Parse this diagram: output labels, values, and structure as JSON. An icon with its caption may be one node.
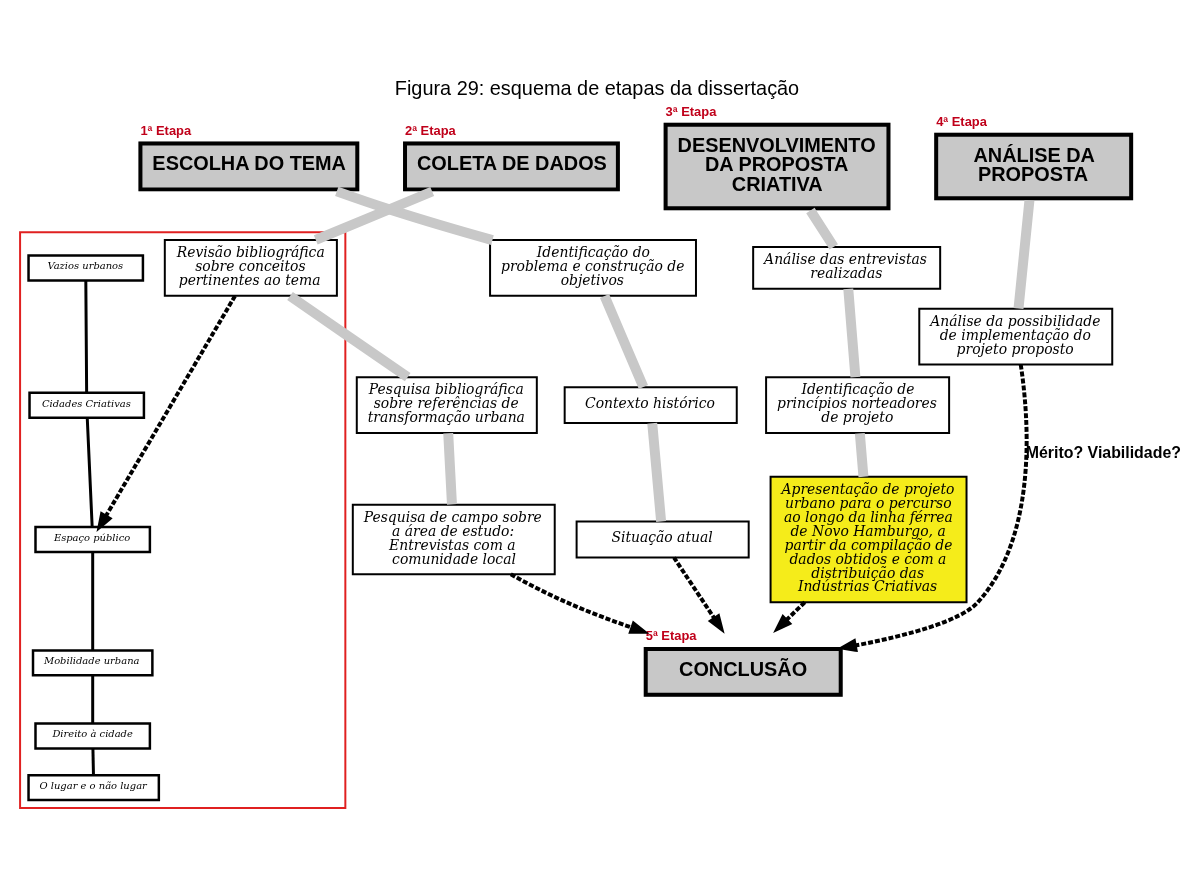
{
  "diagram": {
    "title": "Figura 29: esquema de etapas da dissertação",
    "nodes": [
      {
        "text": [
          "1ª Etapa",
          "ESCOLHA DO TEMA"
        ]
      },
      {
        "text": [
          "Identificação do problema e construção de objetivos"
        ]
      },
      {
        "text": [
          "Contexto histórico"
        ]
      },
      {
        "text": [
          "Situação atual"
        ]
      },
      {
        "text": [
          "2ª Etapa",
          "COLETA DE DADOS"
        ]
      },
      {
        "text": [],
        "shape": "box"
      },
      {
        "text": [
          "Revisão bibliográfica sobre conceitos pertinentes ao tema"
        ],
        "in": 5
      },
      {
        "text": [
          "Vazios urbanos"
        ],
        "in": 5
      },
      {
        "text": [
          "Cidades Criativas"
        ],
        "in": 5
      },
      {
        "text": [
          "Espaço público"
        ],
        "in": 5
      },
      {
        "text": [
          "Mobilidade urbana"
        ],
        "in": 5
      },
      {
        "text": [
          "Direito à cidade"
        ],
        "in": 5
      },
      {
        "text": [
          "O lugar e o não lugar"
        ],
        "in": 5
      },
      {
        "text": [
          "Pesquisa bibliográfica sobre referências de transformação urbana"
        ]
      },
      {
        "text": [
          "Pesquisa de campo sobre a área de estudo: Entrevistas com a comunidade local"
        ]
      },
      {
        "text": [
          "3ª Etapa",
          "DESENVOLVIMENTO DA PROPOSTA CRIATIVA"
        ]
      },
      {
        "text": [
          "Análise das entrevistas realizadas"
        ]
      },
      {
        "text": [
          "Identificação de princípios norteadores de projeto"
        ]
      },
      {
        "text": [
          "Apresentação de projeto urbano para o percurso ao longo da linha férrea de Novo Hamburgo, a partir da compilação de dados obtidos e com a distribuição das Indústrias Criativas"
        ]
      },
      {
        "text": [
          "4ª Etapa",
          "ANÁLISE DA PROPOSTA"
        ]
      },
      {
        "text": [
          "Análise da possibilidade de implementação do projeto proposto"
        ]
      },
      {
        "text": [
          "5ª Etapa",
          "CONCLUSÃO"
        ]
      }
    ],
    "edges": [
      {
        "from": 0,
        "to": 1,
        "arrow": "none",
        "style": "thick"
      },
      {
        "from": 1,
        "to": 2,
        "arrow": "none",
        "style": "thick"
      },
      {
        "from": 2,
        "to": 3,
        "arrow": "none",
        "style": "thick"
      },
      {
        "from": 4,
        "to": 6,
        "arrow": "none",
        "style": "thick"
      },
      {
        "from": 6,
        "to": 13,
        "arrow": "none",
        "style": "thick"
      },
      {
        "from": 13,
        "to": 14,
        "arrow": "none",
        "style": "thick"
      },
      {
        "from": 7,
        "to": 8,
        "arrow": "none",
        "color": "#000000"
      },
      {
        "from": 8,
        "to": 9,
        "arrow": "none",
        "color": "#000000"
      },
      {
        "from": 9,
        "to": 10,
        "arrow": "none",
        "color": "#000000"
      },
      {
        "from": 10,
        "to": 11,
        "arrow": "none",
        "color": "#000000"
      },
      {
        "from": 11,
        "to": 12,
        "arrow": "none",
        "color": "#000000"
      },
      {
        "from": 6,
        "to": 9,
        "arrow": "to",
        "style": "dashed",
        "color": "#000000"
      },
      {
        "from": 15,
        "to": 16,
        "arrow": "none",
        "style": "thick"
      },
      {
        "from": 16,
        "to": 17,
        "arrow": "none",
        "style": "thick"
      },
      {
        "from": 17,
        "to": 18,
        "arrow": "none",
        "style": "thick"
      },
      {
        "from": 19,
        "to": 20,
        "arrow": "none",
        "style": "thick"
      },
      {
        "from": 3,
        "to": 21,
        "arrow": "to",
        "style": "dashed",
        "color": "#000000"
      },
      {
        "from": 14,
        "to": 21,
        "arrow": "to",
        "style": "dashed",
        "color": "#000000"
      },
      {
        "from": 18,
        "to": 21,
        "arrow": "to",
        "style": "dashed",
        "color": "#000000"
      },
      {
        "from": 20,
        "to": 21,
        "arrow": "to",
        "style": "dashed",
        "color": "#000000",
        "label": "Mérito? Viabilidade?"
      }
    ]
  }
}
